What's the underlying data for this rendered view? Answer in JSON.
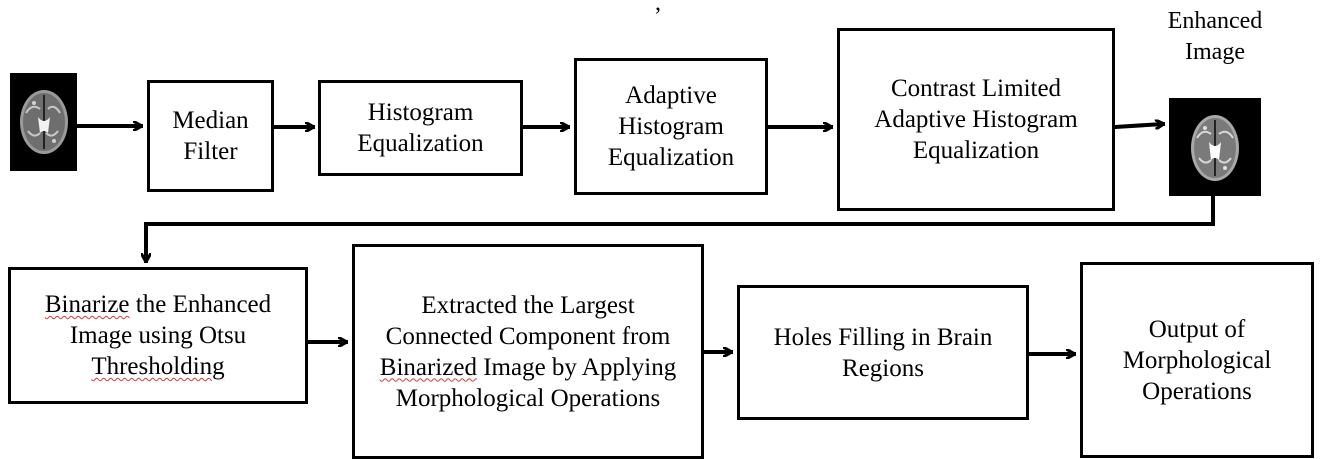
{
  "top_cut_text": ", ",
  "input_image": {
    "icon": "brain-mri-icon"
  },
  "output_caption": "Enhanced Image",
  "output_image": {
    "icon": "brain-mri-icon"
  },
  "row1": {
    "median_filter": "Median Filter",
    "histogram_equalization": "Histogram Equalization",
    "adaptive_histogram_equalization": "Adaptive Histogram Equalization",
    "clahe": "Contrast Limited Adaptive Histogram Equalization"
  },
  "row2": {
    "binarize_word": "Binarize",
    "binarize_rest": " the Enhanced Image using Otsu ",
    "binarize_word2": "Thresholding",
    "extract_pre": "Extracted the Largest Connected Component from ",
    "extract_word": "Binarized",
    "extract_post": " Image by Applying Morphological Operations",
    "holes_filling": "Holes Filling in Brain Regions",
    "output": "Output of Morphological Operations"
  },
  "colors": {
    "line": "#000000",
    "spellcheck": "#d23b3b"
  }
}
